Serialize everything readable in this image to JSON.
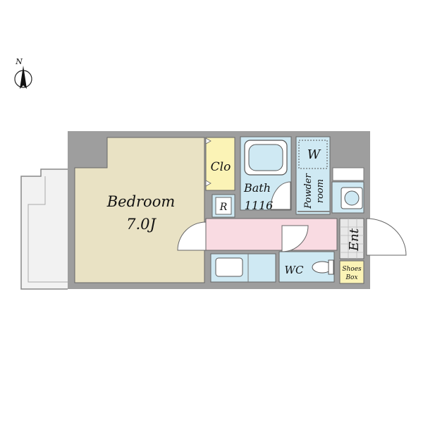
{
  "compass": {
    "label": "N"
  },
  "rooms": {
    "bedroom": {
      "name": "Bedroom",
      "size": "7.0J"
    },
    "closet": {
      "name": "Clo"
    },
    "bath": {
      "name": "Bath",
      "size": "1116"
    },
    "washer": {
      "name": "W"
    },
    "powder_room": {
      "line1": "Powder",
      "line2": "room"
    },
    "refrigerator": {
      "name": "R"
    },
    "toilet": {
      "name": "WC"
    },
    "entrance": {
      "name": "Ent"
    },
    "shoes_box": {
      "line1": "Shoes",
      "line2": "Box"
    }
  },
  "colors": {
    "wall": "#9e9e9e",
    "bedroom": "#e9e2c4",
    "closet": "#fbf3b6",
    "wet_area": "#cfe9f3",
    "hallway": "#f9dbe2",
    "entrance_tile": "#e8e8e8",
    "outline": "#555555"
  }
}
